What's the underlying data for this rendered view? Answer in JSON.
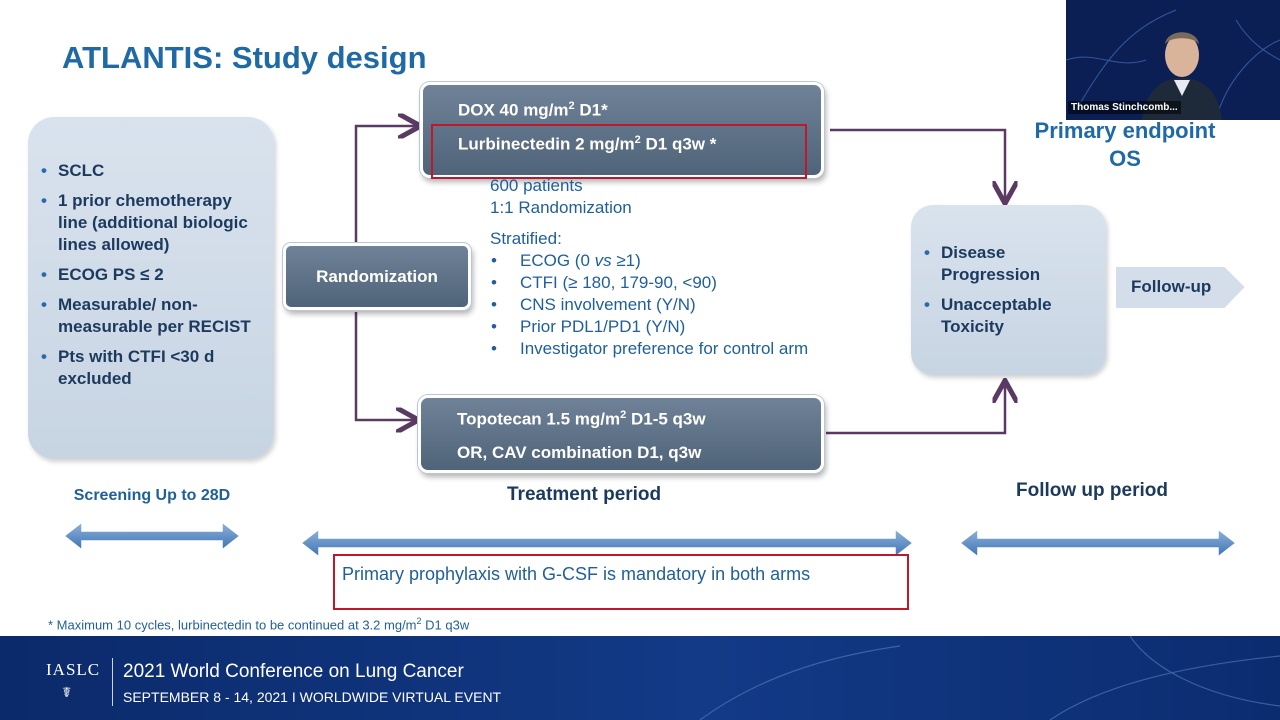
{
  "slide": {
    "title": "ATLANTIS: Study design",
    "eligibility": [
      "SCLC",
      "1 prior chemotherapy line (additional biologic lines allowed)",
      "ECOG PS ≤ 2",
      "Measurable/ non-measurable per RECIST",
      "Pts with CTFI <30 d excluded"
    ],
    "randomization_label": "Randomization",
    "arm_a": {
      "line1": {
        "pre": "DOX 40 mg/m",
        "sup": "2",
        "post": " D1*"
      },
      "line2": {
        "pre": "Lurbinectedin 2 mg/m",
        "sup": "2",
        "post": " D1 q3w *"
      }
    },
    "arm_b": {
      "line1": {
        "pre": "Topotecan 1.5 mg/m",
        "sup": "2",
        "post": " D1-5 q3w"
      },
      "line2": {
        "pre": "OR, CAV combination D1, q3w",
        "sup": "",
        "post": ""
      }
    },
    "patients": "600 patients",
    "randomization_ratio": "1:1 Randomization",
    "stratified_label": "Stratified:",
    "stratification": [
      "ECOG (0 vs ≥1)",
      "CTFI  (≥ 180, 179-90, <90)",
      "CNS involvement (Y/N)",
      "Prior PDL1/PD1 (Y/N)",
      "Investigator preference for control arm"
    ],
    "primary_endpoint_line1": "Primary endpoint",
    "primary_endpoint_line2": "OS",
    "outcomes": [
      "Disease Progression",
      "Unacceptable Toxicity"
    ],
    "followup_label": "Follow-up",
    "screening_label": "Screening  Up to 28D",
    "treatment_period": "Treatment period",
    "followup_period": "Follow up period",
    "gcsf_note": "Primary prophylaxis with G-CSF is mandatory in both arms",
    "footnote": {
      "pre": "* Maximum 10 cycles, lurbinectedin to be continued at 3.2 mg/m",
      "sup": "2",
      "post": "  D1 q3w"
    }
  },
  "banner": {
    "logo": "IASLC",
    "conference": "2021 World Conference on Lung Cancer",
    "dates": "SEPTEMBER 8 - 14, 2021 I WORLDWIDE VIRTUAL EVENT"
  },
  "video": {
    "speaker": "Thomas Stinchcomb..."
  },
  "colors": {
    "title": "#1f6aa5",
    "box_dark": "#5b6f86",
    "box_light": "#d3deea",
    "highlight": "#c0182a",
    "arrow": "#5a3a62",
    "banner": "#0f3278"
  }
}
